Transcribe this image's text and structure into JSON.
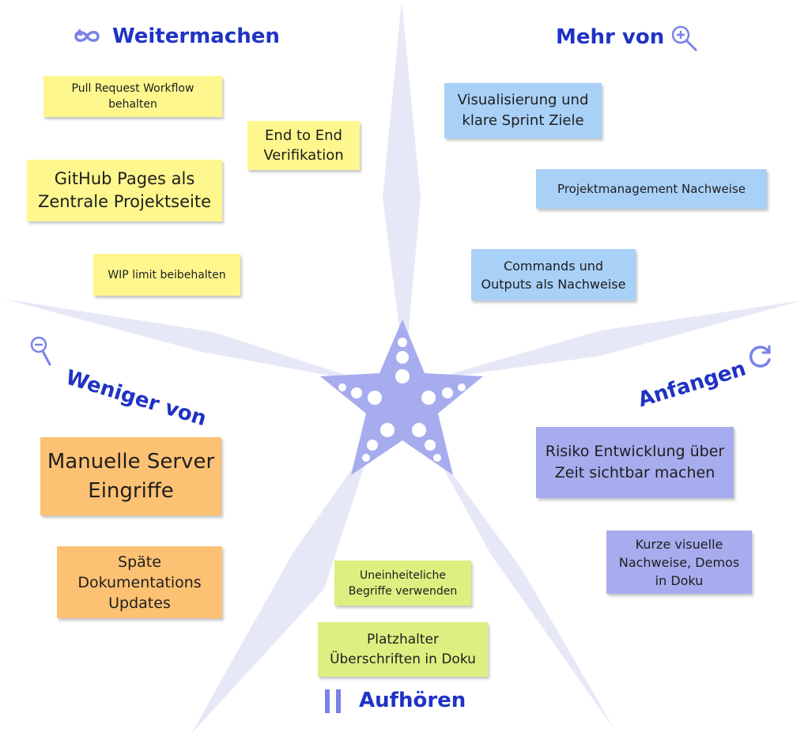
{
  "colors": {
    "heading": "#1f33c4",
    "ray": "#e7e8f7",
    "star": "#a7acee",
    "yellow": "#fdf78e",
    "blue": "#a9d0f7",
    "orange": "#fdc173",
    "purple": "#a7acee",
    "green": "#dcf081"
  },
  "sections": {
    "weitermachen": {
      "title": "Weitermachen",
      "icon": "infinity-loop-icon"
    },
    "mehr_von": {
      "title": "Mehr von",
      "icon": "zoom-in-icon"
    },
    "weniger_von": {
      "title": "Weniger von",
      "icon": "zoom-out-icon"
    },
    "anfangen": {
      "title": "Anfangen",
      "icon": "refresh-icon"
    },
    "aufhoeren": {
      "title": "Aufhören",
      "icon": "pause-icon"
    }
  },
  "notes": {
    "pr_workflow": "Pull Request Workflow behalten",
    "end_to_end": "End to End Verifikation",
    "github_pages": "GitHub Pages als Zentrale Projektseite",
    "wip_limit": "WIP limit beibehalten",
    "visualisierung": "Visualisierung und klare Sprint Ziele",
    "pm_nachweise": "Projektmanagement Nachweise",
    "commands_outputs": "Commands und Outputs als Nachweise",
    "manuelle_eingriffe": "Manuelle Server Eingriffe",
    "spaete_doku": "Späte Dokumentations Updates",
    "risiko": "Risiko Entwicklung über Zeit sichtbar machen",
    "kurze_nachweise": "Kurze visuelle Nachweise, Demos in Doku",
    "begriffe": "Uneinheiteliche Begriffe verwenden",
    "platzhalter": "Platzhalter Überschriften in Doku"
  }
}
